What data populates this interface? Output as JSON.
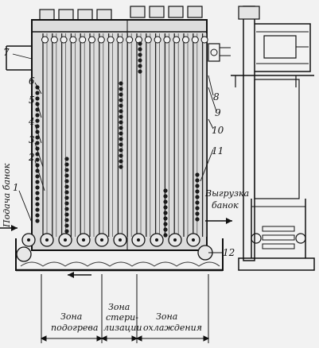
{
  "labels": {
    "feed": "Подача банок",
    "unload_1": "Выгрузка",
    "unload_2": "банок",
    "zone_preheat_1": "Зона",
    "zone_preheat_2": "подогрева",
    "zone_steril_1": "Зона",
    "zone_steril_2": "стери-",
    "zone_steril_3": "лизации",
    "zone_cool_1": "Зона",
    "zone_cool_2": "охлаждения"
  },
  "callouts": [
    "1",
    "2",
    "3",
    "4",
    "5",
    "6",
    "7",
    "8",
    "9",
    "10",
    "11",
    "12"
  ],
  "colors": {
    "ink": "#111111",
    "paper": "#f2f2f2"
  }
}
